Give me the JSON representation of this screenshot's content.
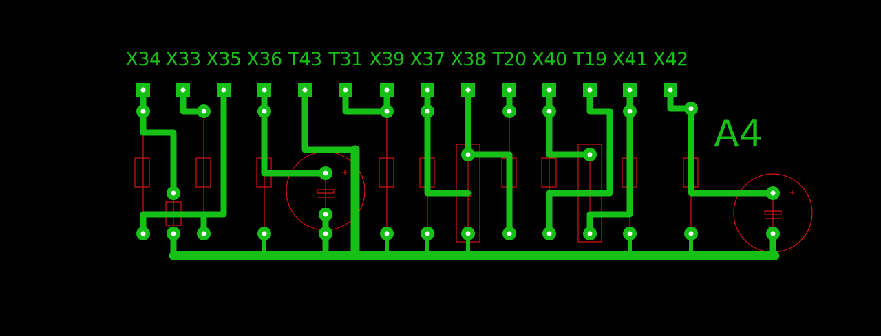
{
  "board": {
    "name": "A4",
    "background_color": "#000000",
    "trace_color": "#17c017",
    "silkscreen_color": "#d41414"
  },
  "connectors": [
    {
      "id": "x34",
      "label": "X34"
    },
    {
      "id": "x33",
      "label": "X33"
    },
    {
      "id": "x35",
      "label": "X35"
    },
    {
      "id": "x36",
      "label": "X36"
    },
    {
      "id": "t43",
      "label": "T43"
    },
    {
      "id": "t31",
      "label": "T31"
    },
    {
      "id": "x39",
      "label": "X39"
    },
    {
      "id": "x37",
      "label": "X37"
    },
    {
      "id": "x38",
      "label": "X38"
    },
    {
      "id": "t20",
      "label": "T20"
    },
    {
      "id": "x40",
      "label": "X40"
    },
    {
      "id": "t19",
      "label": "T19"
    },
    {
      "id": "x41",
      "label": "X41"
    },
    {
      "id": "x42",
      "label": "X42"
    }
  ],
  "capacitor_polarity_marks": [
    "+",
    "+"
  ]
}
